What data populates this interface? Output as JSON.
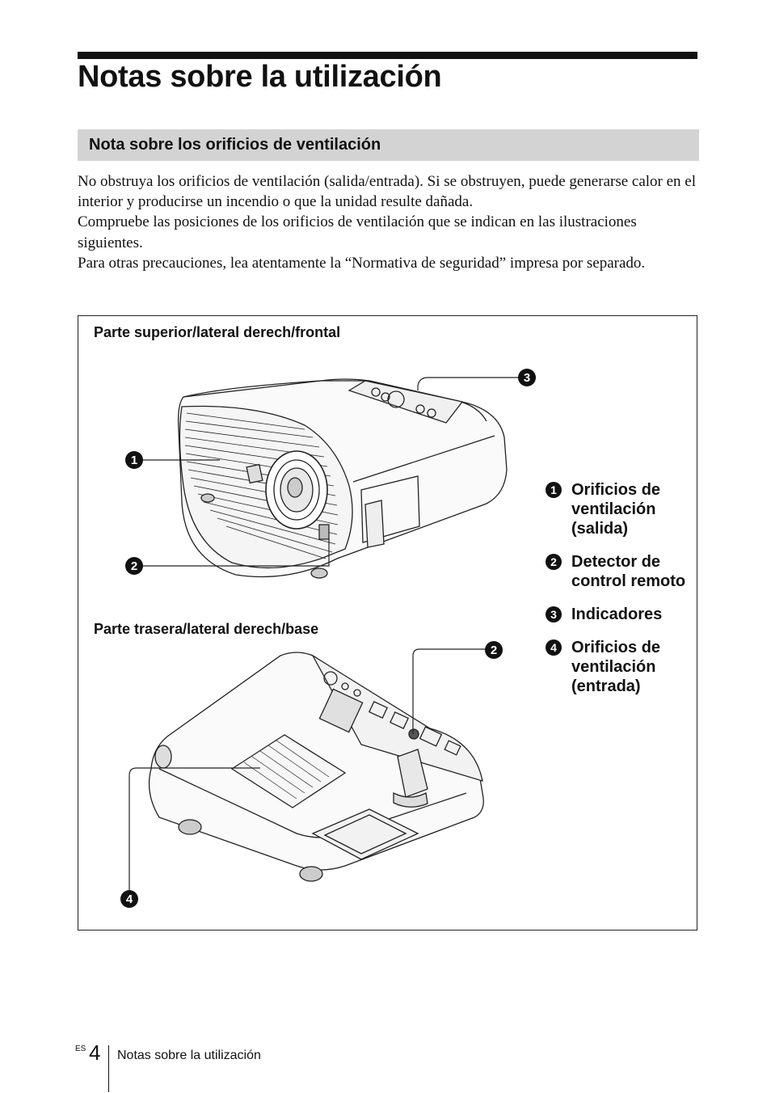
{
  "page": {
    "title": "Notas sobre la utilización",
    "section_title": "Nota sobre los orificios de ventilación",
    "paragraphs": [
      "No obstruya los orificios de ventilación (salida/entrada).  Si se obstruyen, puede generarse calor en el interior y producirse un incendio o que la unidad resulte dañada.",
      "Compruebe las posiciones de los orificios de ventilación que se indican en las ilustraciones siguientes.",
      "Para otras precauciones, lea atentamente la “Normativa de seguridad” impresa por separado."
    ]
  },
  "figure": {
    "top_label": "Parte superior/lateral derech/frontal",
    "bottom_label": "Parte trasera/lateral derech/base",
    "callouts": {
      "c1": "1",
      "c2": "2",
      "c3": "3",
      "c4": "4"
    },
    "legend": [
      {
        "num": "1",
        "text": "Orificios de ventilación (salida)"
      },
      {
        "num": "2",
        "text": "Detector de control remoto"
      },
      {
        "num": "3",
        "text": "Indicadores"
      },
      {
        "num": "4",
        "text": "Orificios de ventilación (entrada)"
      }
    ]
  },
  "footer": {
    "lang": "ES",
    "page_number": "4",
    "running_title": "Notas sobre la utilización"
  }
}
